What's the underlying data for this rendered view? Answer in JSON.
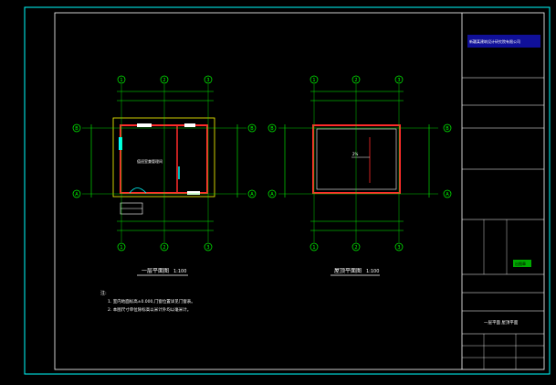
{
  "colors": {
    "background": "#000000",
    "frame": "#00ffff",
    "wall": "#ff2a2a",
    "dimension": "#00ff00",
    "text": "#ffffff",
    "accent": "#ffff00"
  },
  "plans": [
    {
      "title": "一层平面图",
      "scale": "1:100",
      "axes_horizontal": [
        "1",
        "2",
        "3"
      ],
      "axes_vertical": [
        "B",
        "A"
      ],
      "room_label": "值班室兼管理间"
    },
    {
      "title": "屋顶平面图",
      "scale": "1:100",
      "axes_horizontal": [
        "1",
        "2",
        "3"
      ],
      "axes_vertical": [
        "B",
        "A"
      ],
      "slope_label": "2%"
    }
  ],
  "notes": {
    "heading": "注:",
    "lines": [
      "1. 室内地面标高±0.000,门窗位置详见门窗表。",
      "2. 本图尺寸单位除标高以米计外均以毫米计。"
    ]
  },
  "title_block": {
    "company": "新疆某建筑设计研究院有限公司",
    "drawing_name": "一层平面 屋顶平面",
    "stamp": "出图章"
  }
}
